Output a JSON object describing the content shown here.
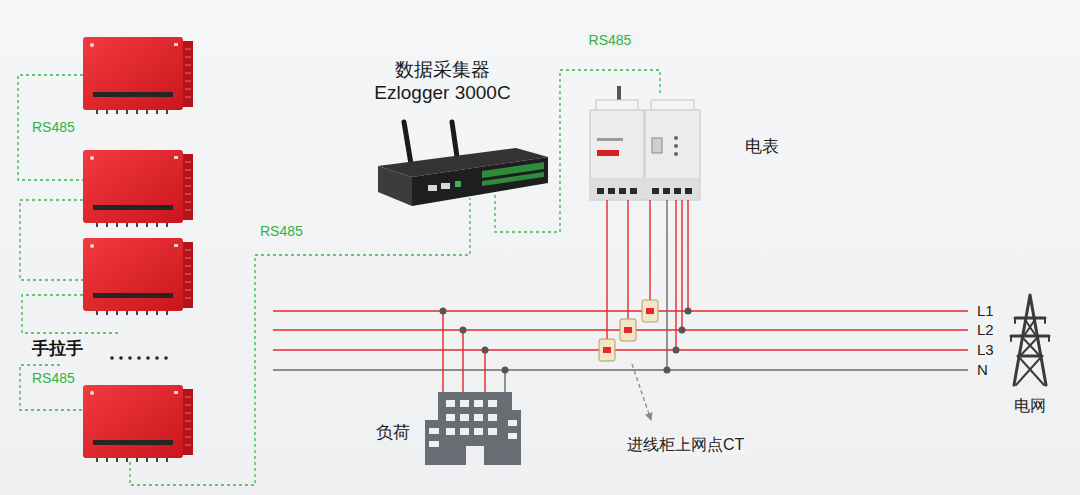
{
  "diagram": {
    "nodes": [
      {
        "text": [
          "数据采集器 Ezlogger 3000C"
        ]
      },
      {
        "text": [
          "电表"
        ]
      },
      {
        "text": [
          "负荷"
        ]
      },
      {
        "text": [
          "电网"
        ]
      }
    ],
    "edges": [
      {
        "from": 0,
        "to": 1,
        "arrow": "none",
        "label": "RS485"
      }
    ],
    "labels": [
      "RS485",
      "RS485",
      "手拉手",
      "RS485",
      "L1",
      "L2",
      "L3",
      "N",
      "进线柜上网点CT"
    ]
  }
}
